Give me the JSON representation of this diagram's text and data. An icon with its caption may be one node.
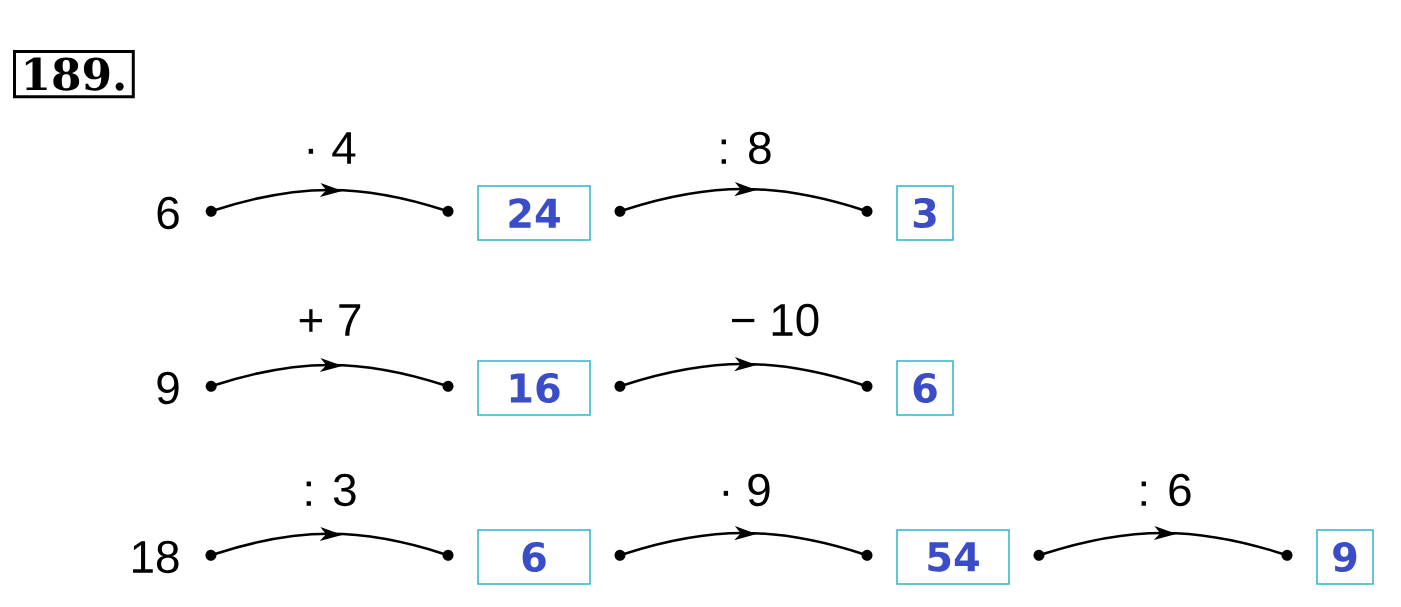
{
  "diagram": {
    "title": "189.",
    "nodes": [
      {
        "text": [
          "6"
        ]
      },
      {
        "text": [
          "24"
        ]
      },
      {
        "text": [
          "3"
        ]
      },
      {
        "text": [
          "9"
        ]
      },
      {
        "text": [
          "16"
        ]
      },
      {
        "text": [
          "6"
        ]
      },
      {
        "text": [
          "18"
        ]
      },
      {
        "text": [
          "6"
        ]
      },
      {
        "text": [
          "54"
        ]
      },
      {
        "text": [
          "9"
        ]
      }
    ],
    "edges": [
      {
        "from": 0,
        "to": 1,
        "arrow": "to",
        "label": "· 4"
      },
      {
        "from": 1,
        "to": 2,
        "arrow": "to",
        "label": ": 8"
      },
      {
        "from": 3,
        "to": 4,
        "arrow": "to",
        "label": "+ 7"
      },
      {
        "from": 4,
        "to": 5,
        "arrow": "to",
        "label": "− 10"
      },
      {
        "from": 6,
        "to": 7,
        "arrow": "to",
        "label": ": 3"
      },
      {
        "from": 7,
        "to": 8,
        "arrow": "to",
        "label": "· 9"
      },
      {
        "from": 8,
        "to": 9,
        "arrow": "to",
        "label": ": 6"
      }
    ]
  }
}
